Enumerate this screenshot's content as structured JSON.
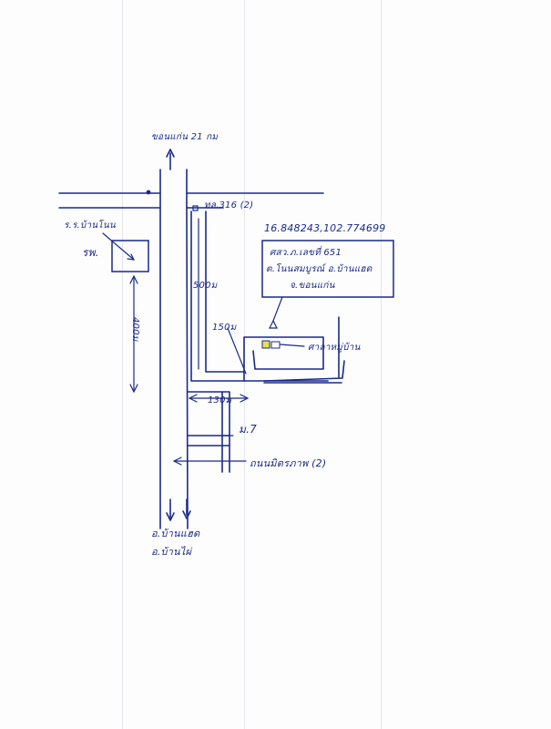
{
  "colors": {
    "ink": "#1a2a8a",
    "paper": "#fdfdfd",
    "fold": "#e4e6ea"
  },
  "labels": {
    "north_dest": "ขอนแก่น 21 กม",
    "road_316": "ทล.316 (2)",
    "coords": "16.848243,102.774699",
    "site_line1": "ศสว.ภ.เลขที่ 651",
    "site_line2": "ต.โนนสมบูรณ์ อ.บ้านแฮด",
    "site_line3": "จ.ขอนแก่น",
    "school_name": "ร.ร.บ้านโนน",
    "hospital": "รพ.",
    "dist_500": "500ม",
    "dist_150": "150ม",
    "dist_400": "400ม",
    "dist_130": "130ม",
    "pavilion": "ศาลาหมู่บ้าน",
    "mo7": "ม.7",
    "road_mittraphap": "ถนนมิตรภาพ (2)",
    "south_dest1": "อ.บ้านแฮด",
    "south_dest2": "อ.บ้านไผ่"
  },
  "icons": [
    "north-arrow-icon",
    "south-arrow-icon",
    "school-box",
    "target-marker-icon",
    "pointer-arrow-icon"
  ]
}
